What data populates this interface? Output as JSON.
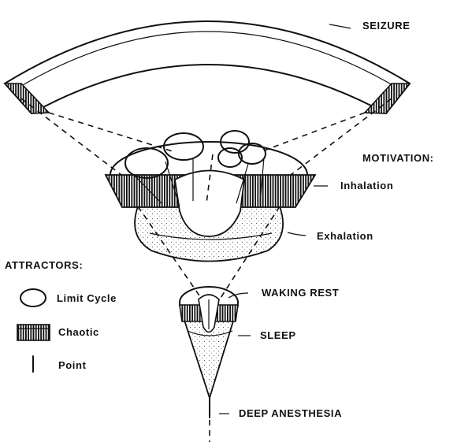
{
  "labels": {
    "seizure": "SEIZURE",
    "motivation": "MOTIVATION:",
    "inhalation": "Inhalation",
    "exhalation": "Exhalation",
    "waking_rest": "WAKING REST",
    "sleep": "SLEEP",
    "deep_anesthesia": "DEEP ANESTHESIA"
  },
  "legend": {
    "title": "ATTRACTORS:",
    "items": [
      {
        "label": "Limit Cycle",
        "symbol": "ellipse"
      },
      {
        "label": "Chaotic",
        "symbol": "hatched-rectangle"
      },
      {
        "label": "Point",
        "symbol": "vertical-line"
      }
    ]
  },
  "colors": {
    "ink": "#111111",
    "background": "#ffffff"
  }
}
